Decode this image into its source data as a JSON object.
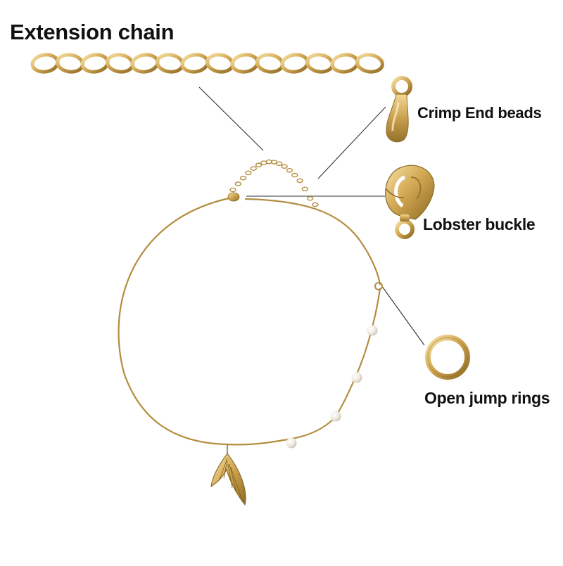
{
  "labels": {
    "extension_chain": "Extension chain",
    "crimp_end_beads": "Crimp End beads",
    "lobster_buckle": "Lobster buckle",
    "open_jump_rings": "Open jump rings"
  },
  "colors": {
    "background": "#ffffff",
    "gold": "#c9a24e",
    "gold_dark": "#8a6a22",
    "gold_light": "#f3dd9a",
    "pearl": "#f4f1ea",
    "leader_line": "#333333",
    "text": "#111111"
  },
  "icons": {
    "extension_chain": "extension-chain-image",
    "crimp_end_bead": "crimp-end-bead-image",
    "lobster_buckle": "lobster-clasp-image",
    "jump_ring": "jump-ring-image",
    "necklace": "mermaid-tail-necklace-image"
  }
}
